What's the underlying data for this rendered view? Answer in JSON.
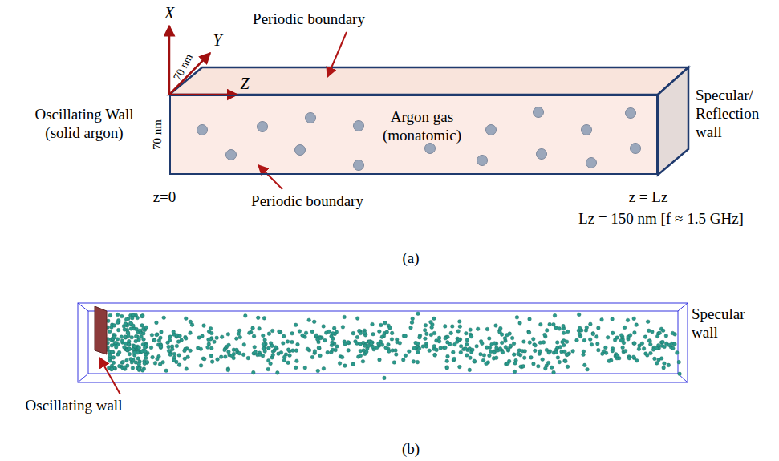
{
  "diagram": {
    "nodes": [
      {
        "text": [
          "Argon gas (monatomic)"
        ]
      }
    ],
    "labels": [
      "X",
      "Y",
      "70 nm",
      "Z",
      "Periodic boundary",
      "Oscillating Wall (solid argon)",
      "70 nm",
      "Specular/ Reflection wall",
      "Periodic boundary",
      "z=0",
      "z = Lz",
      "Lz = 150 nm [f ≈ 1.5 GHz]",
      "(a)",
      "Specular wall",
      "Oscillating wall",
      "(b)"
    ]
  }
}
